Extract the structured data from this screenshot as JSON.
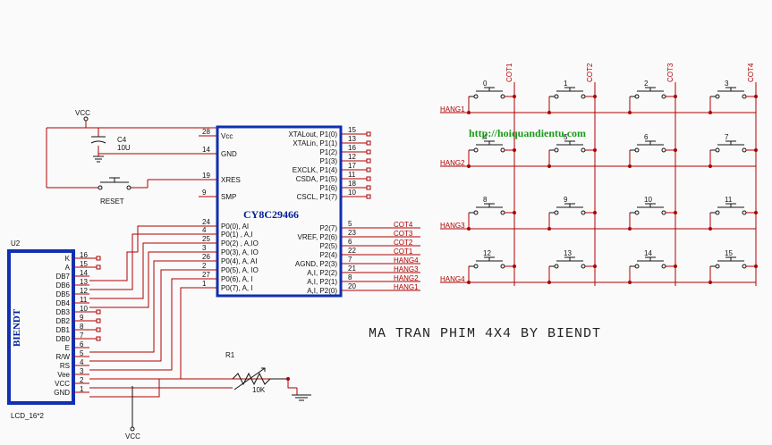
{
  "chip": {
    "name": "CY8C29466",
    "left_pins": [
      {
        "num": "28",
        "label": "Vcc"
      },
      {
        "num": "14",
        "label": "GND"
      },
      {
        "num": "19",
        "label": "XRES"
      },
      {
        "num": "9",
        "label": "SMP"
      },
      {
        "num": "24",
        "label": "P0(0), AI"
      },
      {
        "num": "4",
        "label": "P0(1) , A,I"
      },
      {
        "num": "25",
        "label": "P0(2) , A,IO"
      },
      {
        "num": "3",
        "label": "P0(3), A, IO"
      },
      {
        "num": "26",
        "label": "P0(4), A, AI"
      },
      {
        "num": "2",
        "label": "P0(5), A, IO"
      },
      {
        "num": "27",
        "label": "P0(6), A, I"
      },
      {
        "num": "1",
        "label": "P0(7), A, I"
      }
    ],
    "right_pins": [
      {
        "num": "15",
        "label": "XTALout, P1(0)",
        "net": ""
      },
      {
        "num": "13",
        "label": "XTALin, P1(1)",
        "net": ""
      },
      {
        "num": "16",
        "label": "P1(2)",
        "net": ""
      },
      {
        "num": "12",
        "label": "P1(3)",
        "net": ""
      },
      {
        "num": "17",
        "label": "EXCLK, P1(4)",
        "net": ""
      },
      {
        "num": "11",
        "label": "CSDA, P1(5)",
        "net": ""
      },
      {
        "num": "18",
        "label": "P1(6)",
        "net": ""
      },
      {
        "num": "10",
        "label": "CSCL, P1(7)",
        "net": ""
      },
      {
        "num": "5",
        "label": "P2(7)",
        "net": "COT4"
      },
      {
        "num": "23",
        "label": "VREF, P2(6)",
        "net": "COT3"
      },
      {
        "num": "6",
        "label": "P2(5)",
        "net": "COT2"
      },
      {
        "num": "22",
        "label": "P2(4)",
        "net": "COT1"
      },
      {
        "num": "7",
        "label": "AGND, P2(3)",
        "net": "HANG4"
      },
      {
        "num": "21",
        "label": "A,I, P2(2)",
        "net": "HANG3"
      },
      {
        "num": "8",
        "label": "A,I, P2(1)",
        "net": "HANG2"
      },
      {
        "num": "20",
        "label": "A,I, P2(0)",
        "net": "HANG1"
      }
    ]
  },
  "vcc_label": "VCC",
  "capacitor": {
    "ref": "C4",
    "value": "10U"
  },
  "reset_label": "RESET",
  "lcd": {
    "ref": "U2",
    "name": "BIENDT",
    "part": "LCD_16*2",
    "pins": [
      {
        "label": "K",
        "num": "16"
      },
      {
        "label": "A",
        "num": "15"
      },
      {
        "label": "DB7",
        "num": "14"
      },
      {
        "label": "DB6",
        "num": "13"
      },
      {
        "label": "DB5",
        "num": "12"
      },
      {
        "label": "DB4",
        "num": "11"
      },
      {
        "label": "DB3",
        "num": "10"
      },
      {
        "label": "DB2",
        "num": "9"
      },
      {
        "label": "DB1",
        "num": "8"
      },
      {
        "label": "DB0",
        "num": "7"
      },
      {
        "label": "E",
        "num": "6"
      },
      {
        "label": "R/W",
        "num": "5"
      },
      {
        "label": "RS",
        "num": "4"
      },
      {
        "label": "Vee",
        "num": "3"
      },
      {
        "label": "VCC",
        "num": "2"
      },
      {
        "label": "GND",
        "num": "1"
      }
    ]
  },
  "resistor": {
    "ref": "R1",
    "value": "10K"
  },
  "vcc_bottom": "VCC",
  "keypad": {
    "columns": [
      "COT1",
      "COT2",
      "COT3",
      "COT4"
    ],
    "rows": [
      "HANG1",
      "HANG2",
      "HANG3",
      "HANG4"
    ],
    "keys": [
      "0",
      "1",
      "2",
      "3",
      "4",
      "5",
      "6",
      "7",
      "8",
      "9",
      "10",
      "11",
      "12",
      "13",
      "14",
      "15"
    ]
  },
  "website": "http://hoiquandientu.com",
  "title": "MA TRAN PHIM 4X4 BY BIENDT"
}
